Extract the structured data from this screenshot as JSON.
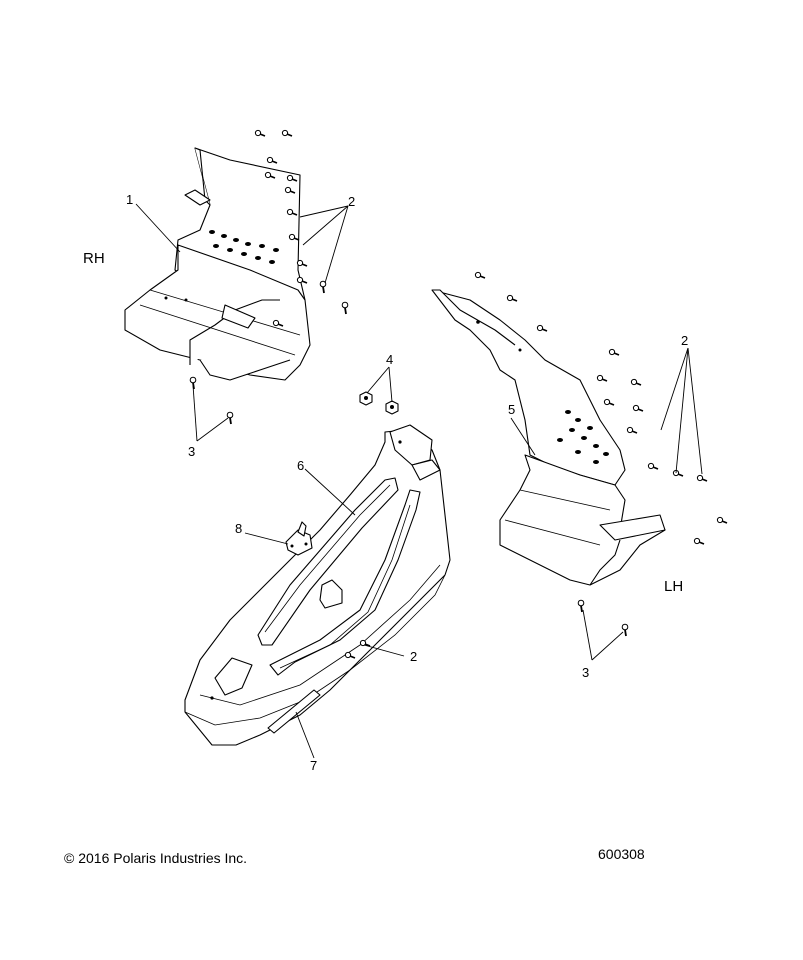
{
  "side_labels": {
    "right": "RH",
    "left": "LH"
  },
  "callouts": {
    "c1": "1",
    "c2_rh": "2",
    "c3_rh": "3",
    "c4": "4",
    "c5": "5",
    "c6": "6",
    "c7": "7",
    "c8": "8",
    "c2_center": "2",
    "c2_lh": "2",
    "c3_lh": "3"
  },
  "footer": {
    "copyright": "© 2016 Polaris Industries Inc.",
    "diagram_number": "600308"
  }
}
